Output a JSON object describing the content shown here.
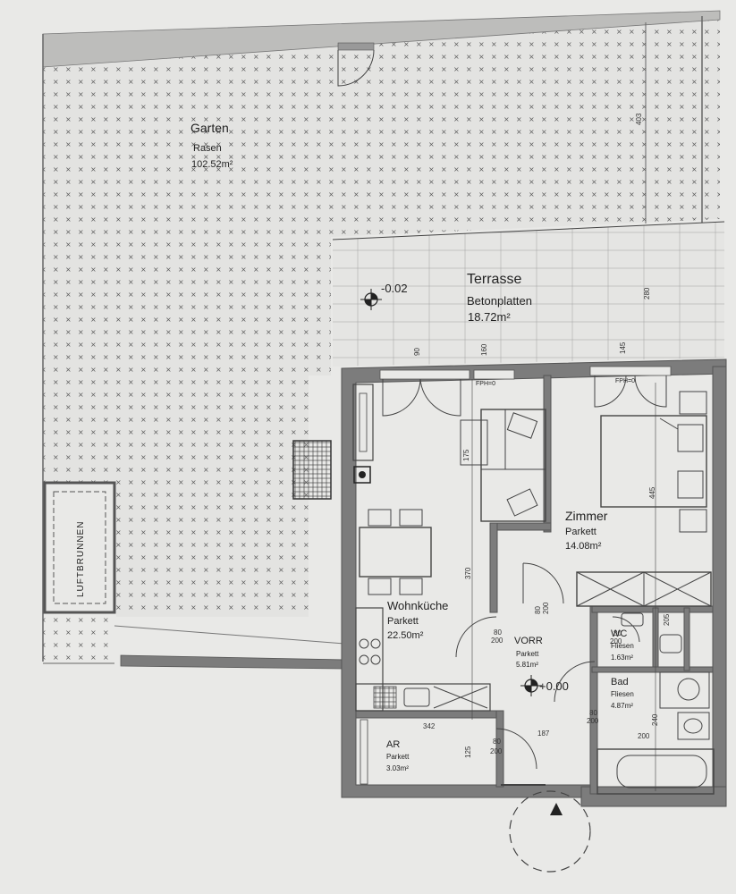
{
  "rooms": {
    "garten": {
      "name": "Garten",
      "surface": "Rasen",
      "area": "102.52m²"
    },
    "terrasse": {
      "name": "Terrasse",
      "surface": "Betonplatten",
      "area": "18.72m²"
    },
    "zimmer": {
      "name": "Zimmer",
      "surface": "Parkett",
      "area": "14.08m²"
    },
    "wohnkueche": {
      "name": "Wohnküche",
      "surface": "Parkett",
      "area": "22.50m²"
    },
    "vorr": {
      "name": "VORR",
      "surface": "Parkett",
      "area": "5.81m²"
    },
    "wc": {
      "name": "WC",
      "surface": "Fliesen",
      "area": "1.63m²"
    },
    "bad": {
      "name": "Bad",
      "surface": "Fliesen",
      "area": "4.87m²"
    },
    "ar": {
      "name": "AR",
      "surface": "Parkett",
      "area": "3.03m²"
    }
  },
  "luftbrunnen": "LUFTBRUNNEN",
  "levels": {
    "terrace": "-0.02",
    "hall": "+0.00"
  },
  "markers": {
    "fph1": "FPH=0",
    "fph2": "FPH=0"
  },
  "dimensions": {
    "d403": "403",
    "d280": "280",
    "d370": "370",
    "d445": "445",
    "d342": "342",
    "d187": "187",
    "d240": "240",
    "d125": "125",
    "d205": "205",
    "d175": "175",
    "d80a": "80",
    "d200a": "200",
    "d80b": "80",
    "d200b": "200",
    "d80c": "80",
    "d200c": "200",
    "d80d": "80",
    "d200d": "200",
    "d80e": "80",
    "d200e": "200",
    "d200f": "200",
    "d90": "90",
    "d160": "160",
    "d145": "145"
  }
}
